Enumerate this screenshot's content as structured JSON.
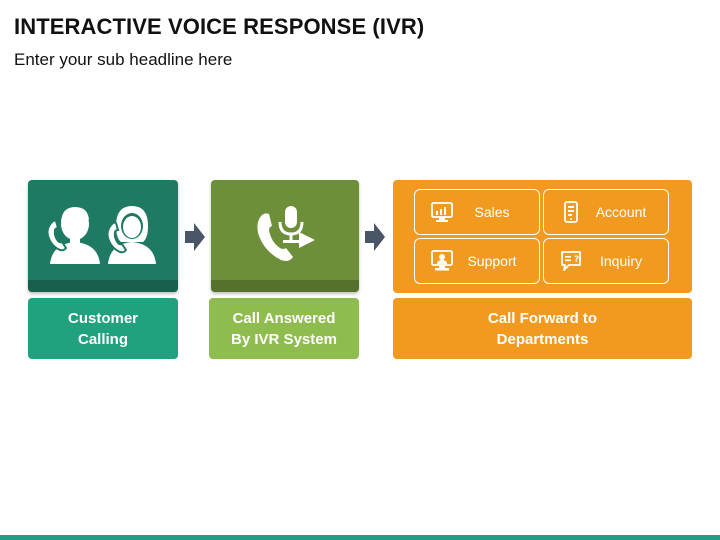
{
  "header": {
    "title": "INTERACTIVE VOICE RESPONSE (IVR)",
    "subtitle": "Enter your sub headline here"
  },
  "steps": [
    {
      "label": "Customer\nCalling",
      "color": "#1f7a63",
      "band_color": "#17604e",
      "label_color": "#21a27f",
      "icon": "customers-calling-icon"
    },
    {
      "label": "Call Answered\nBy IVR System",
      "color": "#6e8f3a",
      "band_color": "#56712c",
      "label_color": "#8fbc4f",
      "icon": "phone-microphone-icon"
    },
    {
      "label": "Call Forward to\nDepartments",
      "color": "#f29a1f",
      "band_color": "#f29a1f",
      "label_color": "#f29a1f",
      "icon": "departments-icon"
    }
  ],
  "departments": [
    {
      "label": "Sales",
      "icon": "sales-monitor-icon"
    },
    {
      "label": "Account",
      "icon": "account-mobile-icon"
    },
    {
      "label": "Support",
      "icon": "support-agent-icon"
    },
    {
      "label": "Inquiry",
      "icon": "inquiry-chat-icon"
    }
  ],
  "colors": {
    "arrow": "#4a5668",
    "bottom_bar": "#1f9e83"
  }
}
